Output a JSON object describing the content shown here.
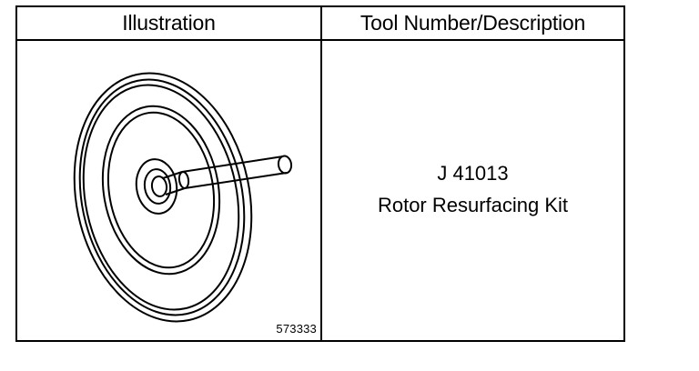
{
  "table": {
    "header_illustration": "Illustration",
    "header_tool": "Tool Number/Description"
  },
  "tool": {
    "number": "J 41013",
    "description": "Rotor Resurfacing Kit"
  },
  "figure": {
    "number": "573333",
    "icon": "rotor-resurfacing-kit-icon"
  }
}
